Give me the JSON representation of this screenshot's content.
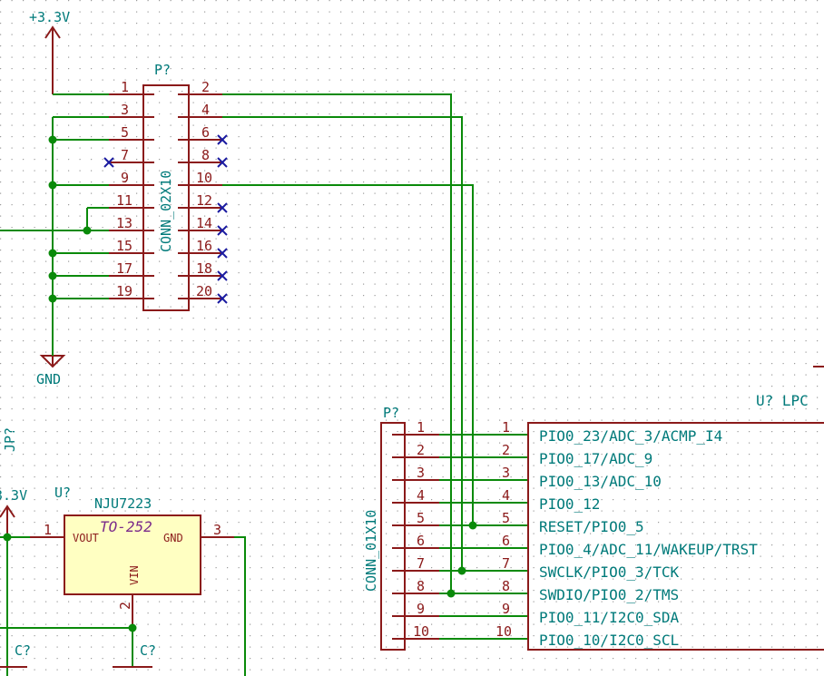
{
  "power": {
    "top_rail": "+3.3V",
    "gnd": "GND",
    "left_rail": "3.3V"
  },
  "p1": {
    "ref": "P?",
    "value": "CONN_02X10",
    "pins_left": [
      "1",
      "3",
      "5",
      "7",
      "9",
      "11",
      "13",
      "15",
      "17",
      "19"
    ],
    "pins_right": [
      "2",
      "4",
      "6",
      "8",
      "10",
      "12",
      "14",
      "16",
      "18",
      "20"
    ]
  },
  "p2": {
    "ref": "P?",
    "value": "CONN_01X10",
    "pins": [
      "1",
      "2",
      "3",
      "4",
      "5",
      "6",
      "7",
      "8",
      "9",
      "10"
    ]
  },
  "u_lpc": {
    "ref": "U? LPC",
    "pins": [
      "1",
      "2",
      "3",
      "4",
      "5",
      "6",
      "7",
      "8",
      "9",
      "10"
    ],
    "signals": [
      "PIO0_23/ADC_3/ACMP_I4",
      "PIO0_17/ADC_9",
      "PIO0_13/ADC_10",
      "PIO0_12",
      "RESET/PIO0_5",
      "PIO0_4/ADC_11/WAKEUP/TRST",
      "SWCLK/PIO0_3/TCK",
      "SWDIO/PIO0_2/TMS",
      "PIO0_11/I2C0_SDA",
      "PIO0_10/I2C0_SCL"
    ]
  },
  "regulator": {
    "ref": "U?",
    "value": "NJU7223",
    "package": "TO-252",
    "vout": "VOUT",
    "gnd": "GND",
    "vin": "VIN",
    "pin1": "1",
    "pin2": "2",
    "pin3": "3"
  },
  "jp": {
    "ref": "JP?"
  },
  "caps": {
    "c1": "C?",
    "c2": "C?"
  },
  "colors": {
    "wire": "#0a8a0a",
    "component": "#8b1a1a",
    "label": "#007a7a",
    "no_connect": "#1a1aa0",
    "body_fill": "#ffffc2"
  }
}
